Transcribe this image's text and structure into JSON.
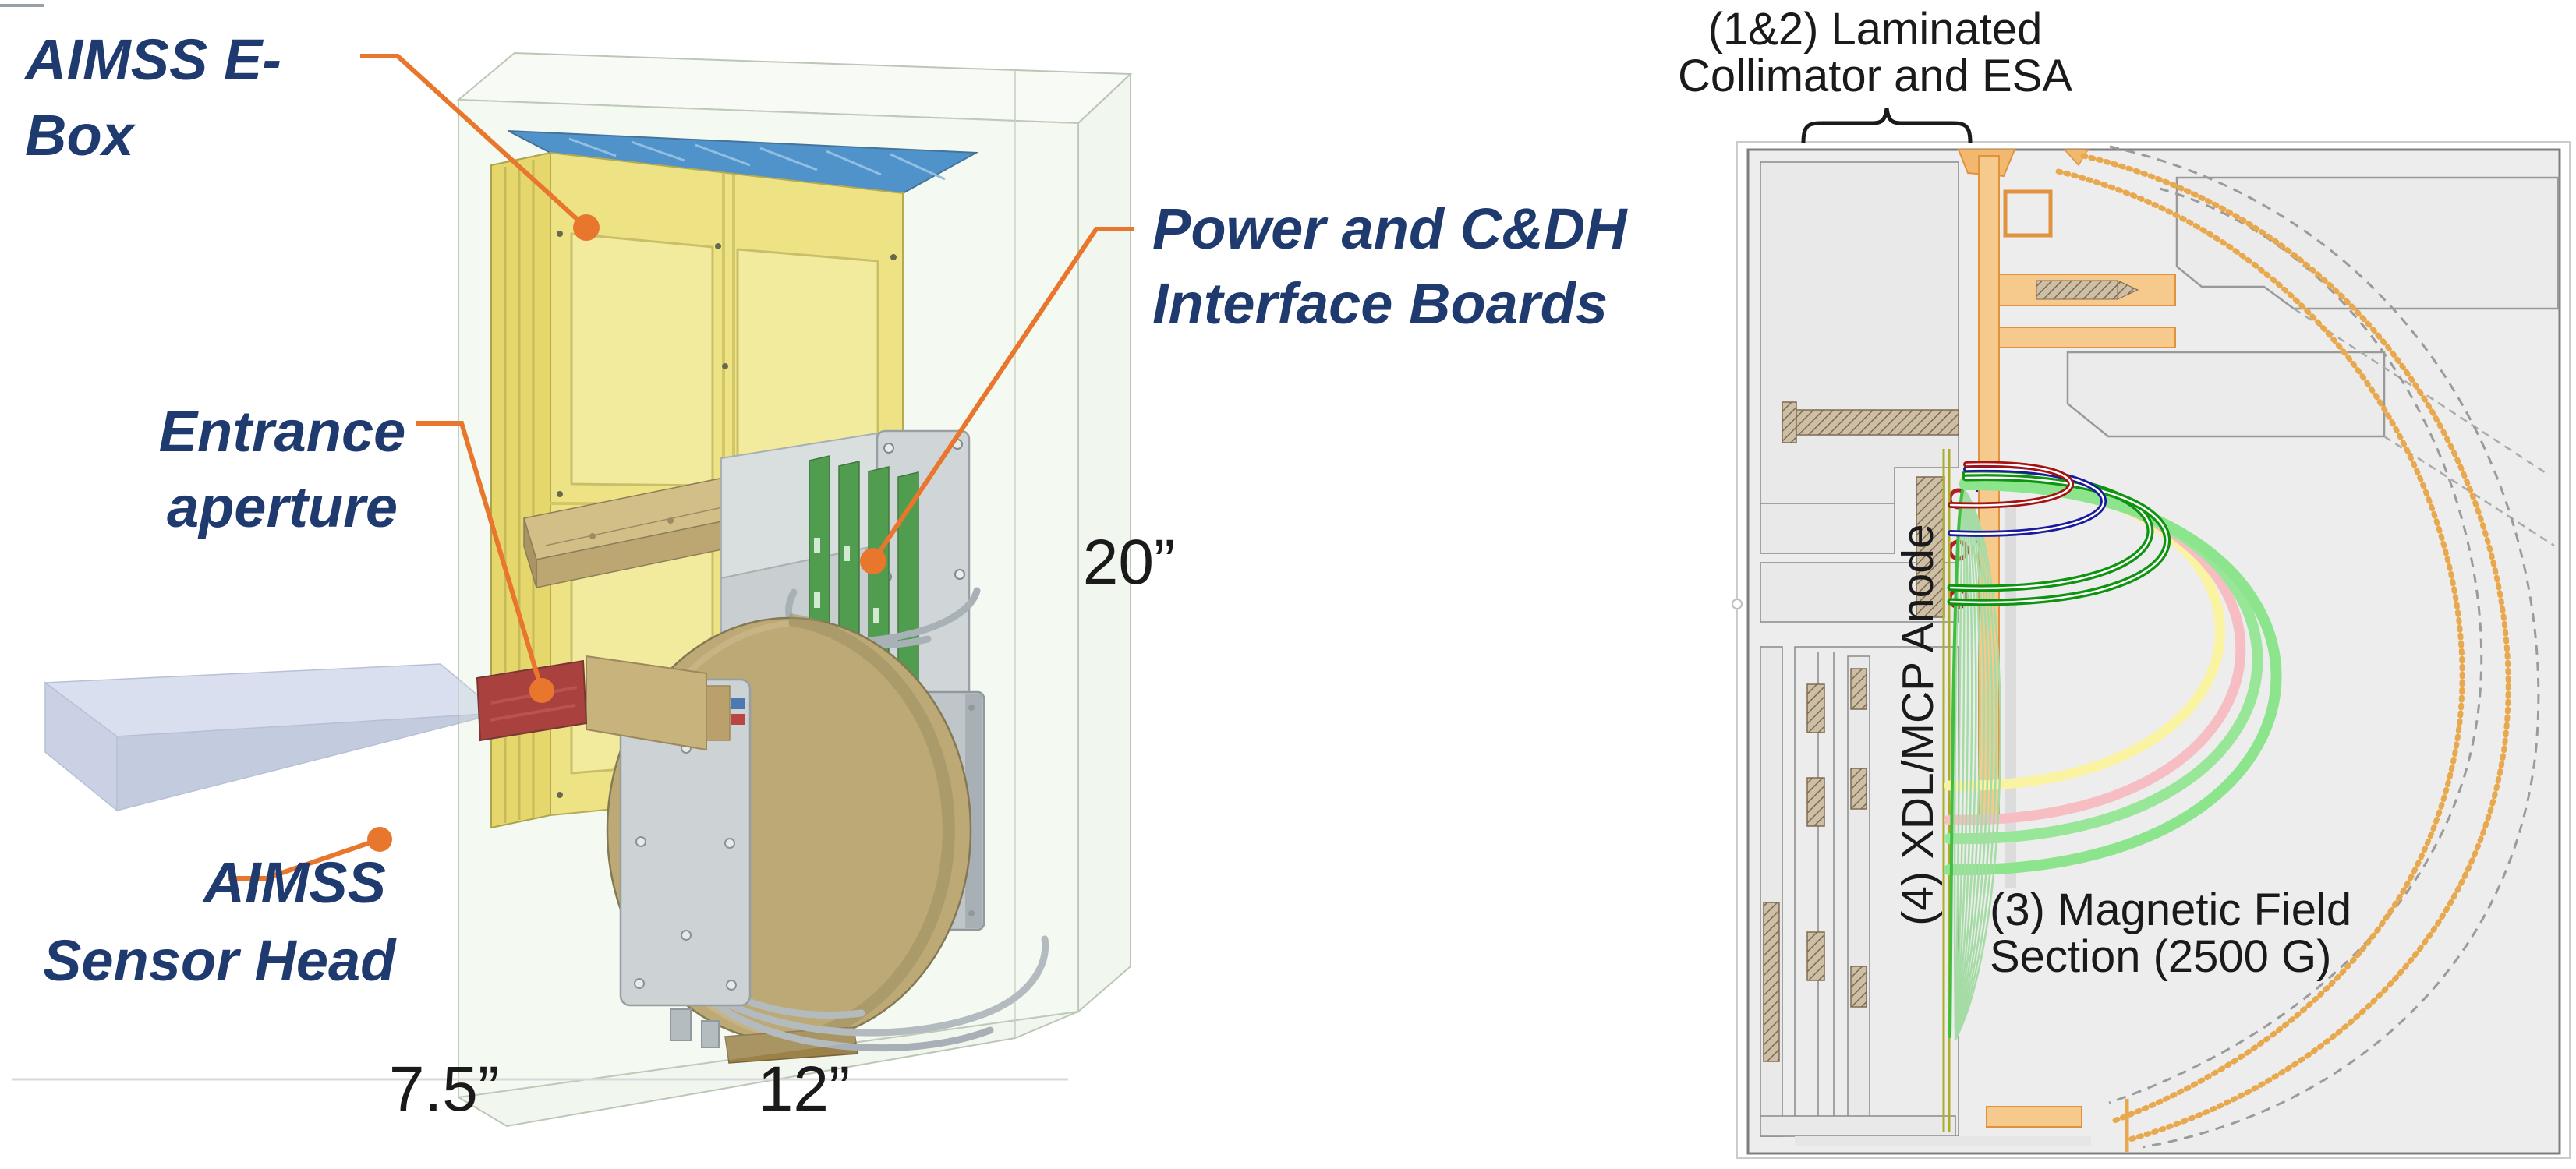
{
  "figure": {
    "left_panel": {
      "labels": {
        "ebox": {
          "line1": "AIMSS E-",
          "line2": "Box"
        },
        "entrance": {
          "line1": "Entrance",
          "line2": "aperture"
        },
        "power": {
          "line1": "Power and C&DH",
          "line2": "Interface Boards"
        },
        "sensor": {
          "line1": "AIMSS",
          "line2": "Sensor Head"
        }
      },
      "dimensions": {
        "height": "20”",
        "depth": "7.5”",
        "width": "12”"
      }
    },
    "right_panel": {
      "labels": {
        "collimator": {
          "line1": "(1&2) Laminated",
          "line2": "Collimator and ESA"
        },
        "anode": "(4) XDL/MCP Anode",
        "magnet": {
          "line1": "(3) Magnetic Field",
          "line2": "Section (2500 G)"
        }
      }
    },
    "colors": {
      "label_navy": "#1E3A6E",
      "leader_orange": "#E8762C",
      "text_black": "#1A1A1A",
      "ebox_yellow": "#F0E070",
      "radiator_blue": "#2F7EC5",
      "pcb_green": "#2F8A2F",
      "aperture_red": "#9C1C1C",
      "sensor_tan": "#B2995E",
      "schematic_bg": "#EDEDED",
      "structure_orange": "#F6C98C",
      "traj_red": "#A31313",
      "traj_blue": "#1A1A9E",
      "traj_green": "#0E9410",
      "traj_lightgreen": "#8CE48C",
      "traj_yellow": "#FAF3A2",
      "traj_pink": "#F6BDC3"
    }
  }
}
